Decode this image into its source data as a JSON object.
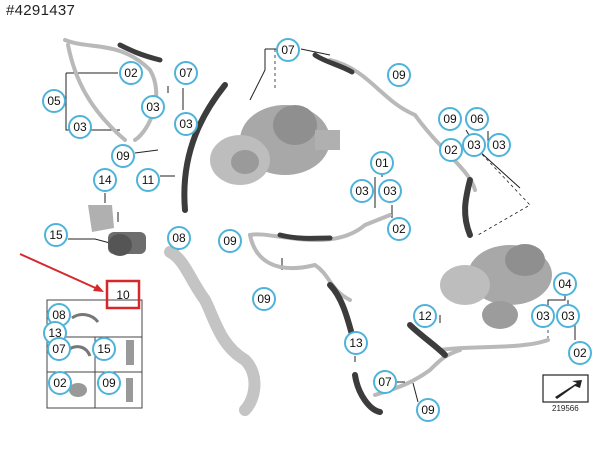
{
  "diagram_id": "#4291437",
  "figure_number": "219566",
  "colors": {
    "callout_stroke": "#4fb3d9",
    "callout_fill": "#ffffff",
    "highlight": "#d6282b",
    "hose": "#3c3c3c",
    "pipe": "#b9b9b9",
    "part_grey": "#a8a8a8"
  },
  "callouts": {
    "c1": "02",
    "c2": "07",
    "c3": "05",
    "c4": "03",
    "c5": "03",
    "c6": "03",
    "c7": "09",
    "c8": "11",
    "c9": "14",
    "c10": "15",
    "c11": "08",
    "c12": "07",
    "c13": "09",
    "c14": "01",
    "c15": "03",
    "c16": "03",
    "c17": "02",
    "c18": "09",
    "c19": "06",
    "c20": "02",
    "c21": "03",
    "c22": "03",
    "c23": "09",
    "c24": "09",
    "c25": "12",
    "c26": "13",
    "c27": "07",
    "c28": "09",
    "c29": "04",
    "c30": "03",
    "c31": "03",
    "c32": "02",
    "c33": "08",
    "c34": "13",
    "c35": "07",
    "c36": "15",
    "c37": "02",
    "c38": "09"
  },
  "highlighted_part": "10"
}
